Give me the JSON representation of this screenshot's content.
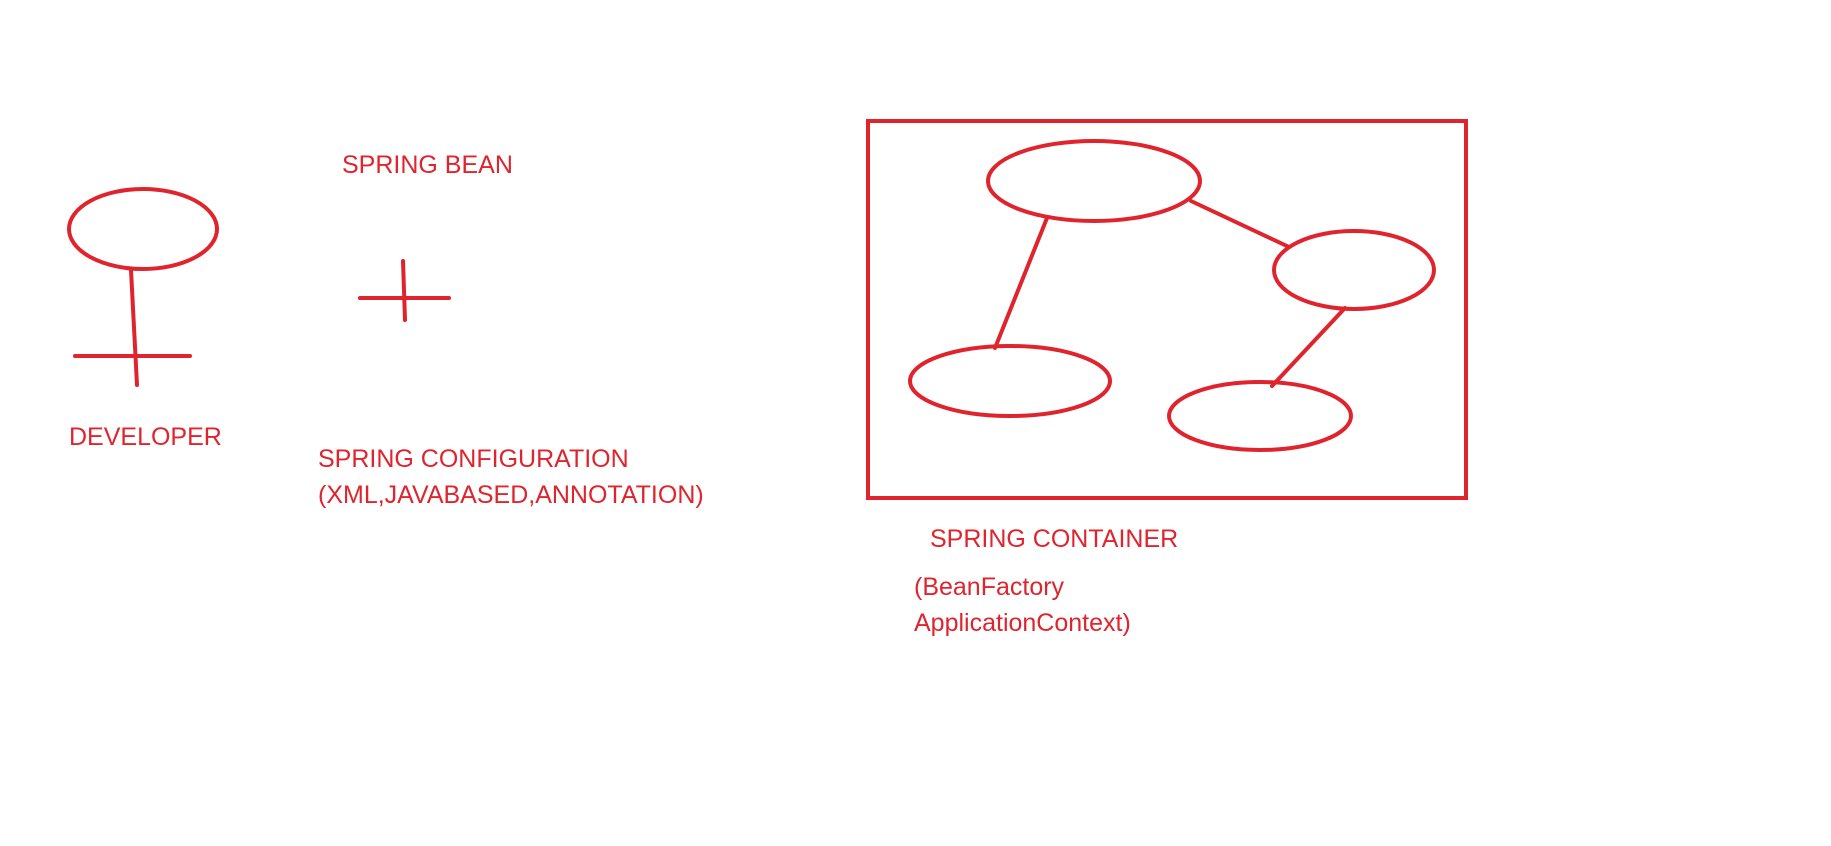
{
  "ink_color": "#e0242e",
  "background": "#ffffff",
  "developer": {
    "label": "DEVELOPER",
    "icon": "stick-figure-icon"
  },
  "spring_bean": {
    "label": "SPRING BEAN",
    "icon": "plus-icon"
  },
  "spring_configuration": {
    "title": "SPRING CONFIGURATION",
    "types": "(XML,JAVABASED,ANNOTATION)"
  },
  "spring_container": {
    "title": "SPRING CONTAINER",
    "implementations": [
      "(BeanFactory",
      "ApplicationContext)"
    ],
    "nodes": [
      "bean-node-top",
      "bean-node-right",
      "bean-node-bottom-left",
      "bean-node-bottom-right"
    ],
    "connections": [
      [
        "bean-node-top",
        "bean-node-right"
      ],
      [
        "bean-node-top",
        "bean-node-bottom-left"
      ],
      [
        "bean-node-right",
        "bean-node-bottom-right"
      ]
    ]
  }
}
